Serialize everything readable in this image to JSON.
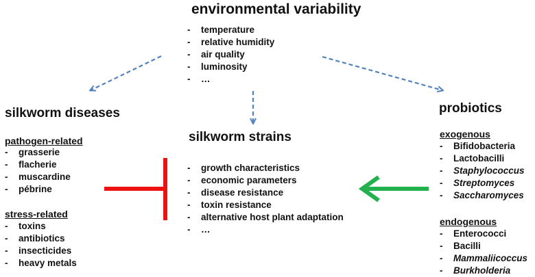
{
  "environment": {
    "title": "environmental variability",
    "items": [
      "temperature",
      "relative humidity",
      "air quality",
      "luminosity",
      "…"
    ]
  },
  "diseases": {
    "title": "silkworm diseases",
    "pathogen": {
      "heading": "pathogen-related",
      "items": [
        "grasserie",
        "flacherie",
        "muscardine",
        "pébrine"
      ]
    },
    "stress": {
      "heading": "stress-related",
      "items": [
        "toxins",
        "antibiotics",
        "insecticides",
        "heavy metals"
      ]
    }
  },
  "strains": {
    "title": "silkworm strains",
    "items": [
      "growth characteristics",
      "economic parameters",
      "disease resistance",
      "toxin resistance",
      "alternative host plant adaptation",
      "…"
    ]
  },
  "probiotics": {
    "title": "probiotics",
    "exogenous": {
      "heading": "exogenous",
      "items": [
        "Bifidobacteria",
        "Lactobacilli",
        "Staphylococcus",
        "Streptomyces",
        "Saccharomyces"
      ]
    },
    "endogenous": {
      "heading": "endogenous",
      "items": [
        "Enterococci",
        "Bacilli",
        "Mammaliicoccus",
        "Burkholderia"
      ]
    }
  },
  "colors": {
    "dashed_arrow": "#4f81bd",
    "inhibition": "#ee1111",
    "promotion": "#22b14c"
  }
}
